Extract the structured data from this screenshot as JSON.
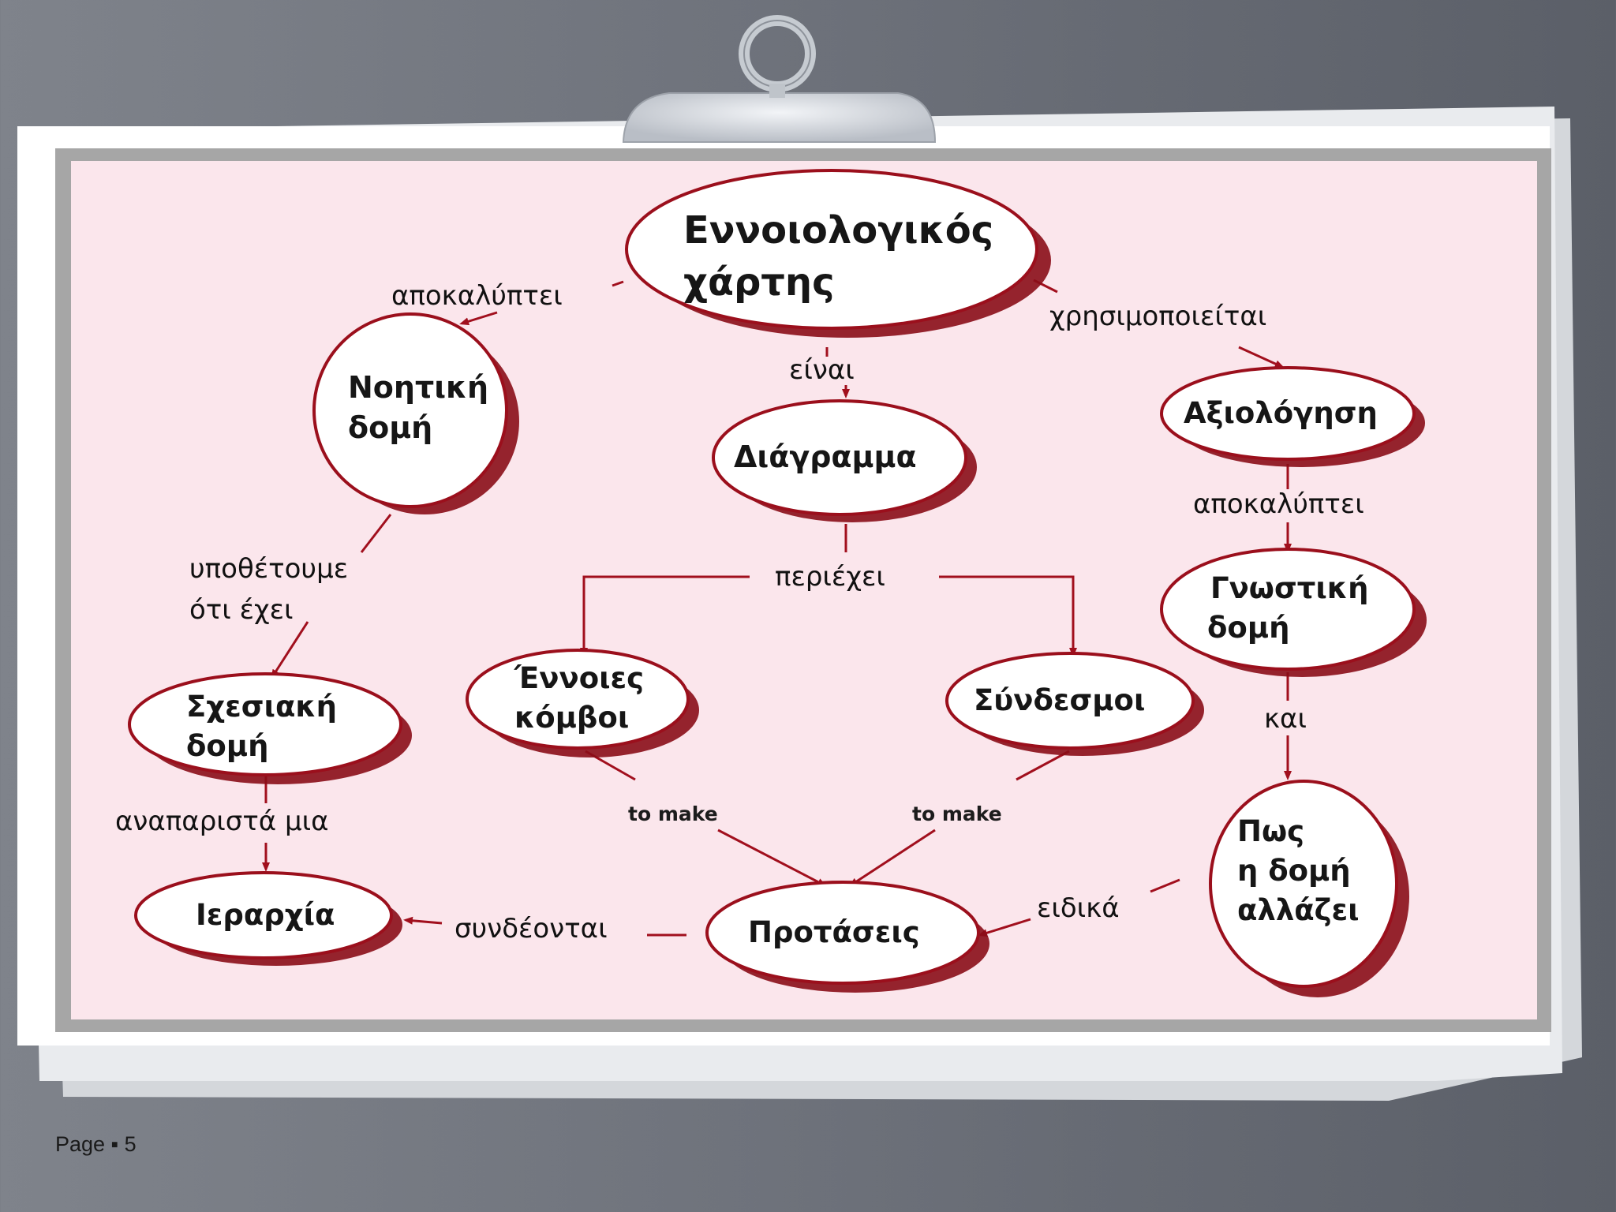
{
  "footer": {
    "page_label": "Page ▪ 5"
  },
  "colors": {
    "background": "#6f737c",
    "paper": "#ffffff",
    "frame": "#a6a6a6",
    "canvas": "#fbe6ec",
    "node_stroke": "#9b0f1c",
    "node_fill": "#ffffff",
    "arrow": "#a10f1d"
  },
  "diagram": {
    "nodes": {
      "concept_map": {
        "line1": "Εννοιολογικός",
        "line2": "χάρτης"
      },
      "mental_structure": {
        "line1": "Νοητική",
        "line2": "δομή"
      },
      "diagram": {
        "line1": "Διάγραμμα"
      },
      "evaluation": {
        "line1": "Αξιολόγηση"
      },
      "cognitive_structure": {
        "line1": "Γνωστική",
        "line2": "δομή"
      },
      "relational_structure": {
        "line1": "Σχεσιακή",
        "line2": "δομή"
      },
      "concepts_nodes": {
        "line1": "Έννοιες",
        "line2": "κόμβοι"
      },
      "connectives": {
        "line1": "Σύνδεσμοι"
      },
      "how_structure_changes": {
        "line1": "Πως",
        "line2": "η δομή",
        "line3": "αλλάζει"
      },
      "hierarchy": {
        "line1": "Ιεραρχία"
      },
      "propositions": {
        "line1": "Προτάσεις"
      }
    },
    "links": {
      "reveals_left": "αποκαλύπτει",
      "is_used": "χρησιμοποιείται",
      "is": "είναι",
      "reveals_right": "αποκαλύπτει",
      "assume_1": "υποθέτουμε",
      "assume_2": "ότι έχει",
      "contains": "περιέχει",
      "and": "και",
      "represents": "αναπαριστά μια",
      "to_make_left": "to make",
      "to_make_right": "to make",
      "specifically": "ειδικά",
      "are_connected": "συνδέονται"
    }
  }
}
